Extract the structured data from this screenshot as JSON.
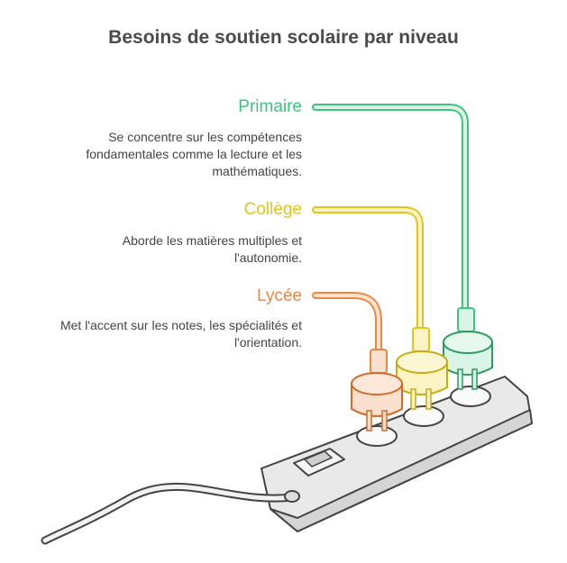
{
  "title": "Besoins de soutien scolaire par niveau",
  "levels": [
    {
      "label": "Primaire",
      "description": "Se concentre sur les compétences fondamentales comme la lecture et les mathématiques.",
      "color": "#3ec47e"
    },
    {
      "label": "Collège",
      "description": "Aborde les matières multiples et l'autonomie.",
      "color": "#e2c41c"
    },
    {
      "label": "Lycée",
      "description": "Met l'accent sur les notes, les spécialités et l'orientation.",
      "color": "#e8894a"
    }
  ],
  "icons": {
    "power_strip": "power-strip-icon",
    "plug": "plug-icon",
    "switch": "switch-icon"
  }
}
